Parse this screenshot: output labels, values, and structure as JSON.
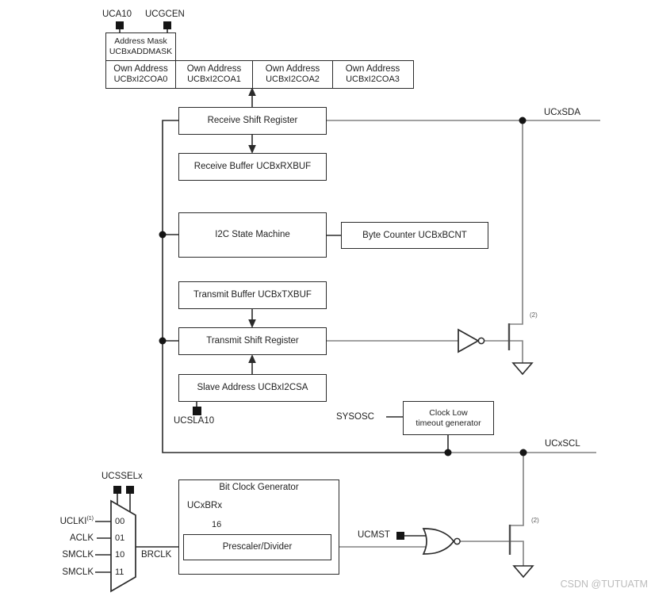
{
  "diagram": {
    "top": {
      "uca10": "UCA10",
      "ucgcen": "UCGCEN",
      "address_mask": {
        "line1": "Address Mask",
        "line2": "UCBxADDMASK"
      },
      "own_addresses": [
        {
          "line1": "Own Address",
          "line2": "UCBxI2COA0"
        },
        {
          "line1": "Own Address",
          "line2": "UCBxI2COA1"
        },
        {
          "line1": "Own Address",
          "line2": "UCBxI2COA2"
        },
        {
          "line1": "Own Address",
          "line2": "UCBxI2COA3"
        }
      ]
    },
    "blocks": {
      "receive_shift": "Receive Shift Register",
      "receive_buffer": "Receive Buffer UCBxRXBUF",
      "state_machine": "I2C State Machine",
      "byte_counter": "Byte Counter UCBxBCNT",
      "transmit_buffer": "Transmit Buffer UCBxTXBUF",
      "transmit_shift": "Transmit Shift Register",
      "slave_address": "Slave Address UCBxI2CSA",
      "clock_low": {
        "line1": "Clock Low",
        "line2": "timeout generator"
      }
    },
    "signals": {
      "ucsla10": "UCSLA10",
      "sysosc": "SYSOSC",
      "ucxsda": "UCxSDA",
      "ucxscl": "UCxSCL",
      "ucmst": "UCMST",
      "brclk": "BRCLK",
      "ucssel": "UCSSELx"
    },
    "mux": {
      "inputs": [
        {
          "name": "UCLKI",
          "sup": "(1)",
          "code": "00"
        },
        {
          "name": "ACLK",
          "sup": "",
          "code": "01"
        },
        {
          "name": "SMCLK",
          "sup": "",
          "code": "10"
        },
        {
          "name": "SMCLK",
          "sup": "",
          "code": "11"
        }
      ]
    },
    "bit_clock": {
      "title": "Bit Clock Generator",
      "reg": "UCxBRx",
      "bus_width": "16",
      "prescaler": "Prescaler/Divider"
    },
    "notes": {
      "sda_transistor": "(2)",
      "scl_transistor": "(2)"
    },
    "watermark": "CSDN @TUTUATM",
    "colors": {
      "wire_gray": "#828282",
      "line_black": "#2b2b2b",
      "watermark": "#bcbcbc"
    }
  }
}
